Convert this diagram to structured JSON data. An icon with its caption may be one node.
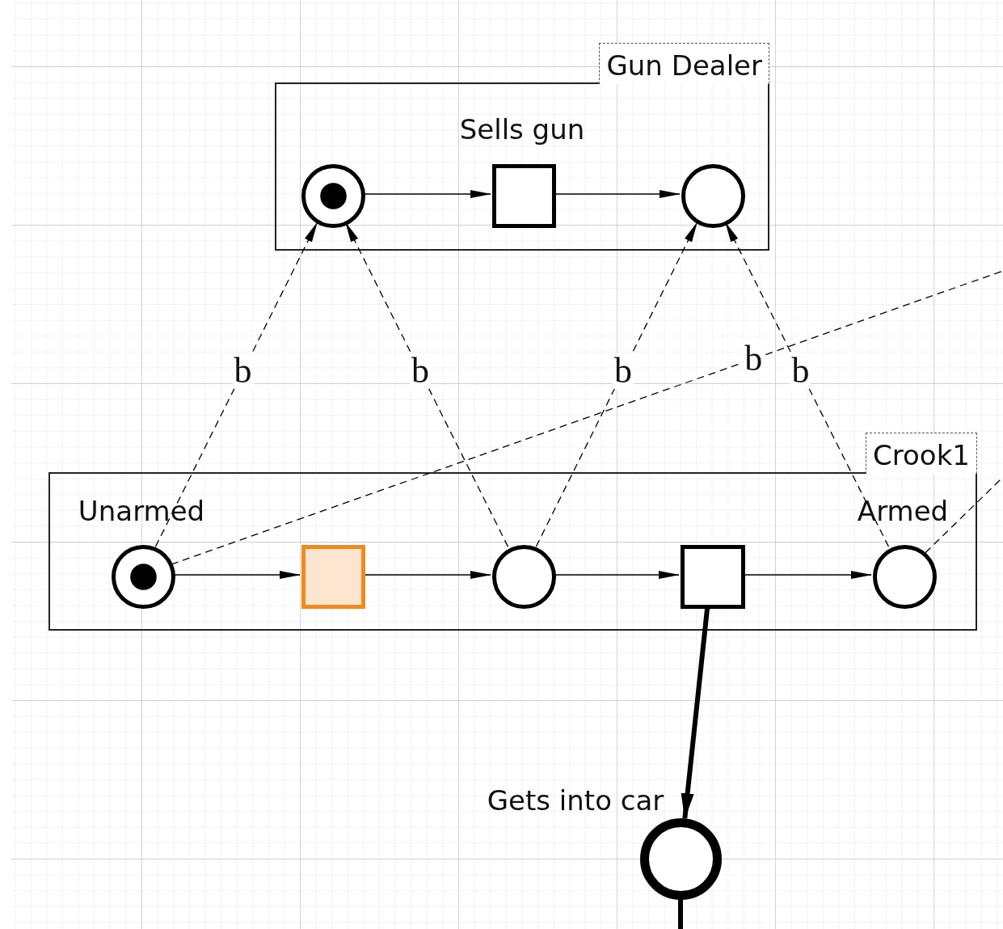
{
  "diagram": {
    "nodes": [
      {
        "text": [
          "Gun Dealer"
        ]
      },
      {
        "text": [],
        "shape": "circle",
        "in": 0
      },
      {
        "text": [],
        "shape": "box",
        "in": 0,
        "beside": [
          "Sells gun"
        ]
      },
      {
        "text": [],
        "shape": "circle",
        "in": 0
      },
      {
        "text": [
          "Crook1"
        ]
      },
      {
        "text": [],
        "shape": "circle",
        "in": 4,
        "beside": [
          "Unarmed"
        ]
      },
      {
        "text": [],
        "shape": "box",
        "in": 4
      },
      {
        "text": [],
        "shape": "circle",
        "in": 4
      },
      {
        "text": [],
        "shape": "box",
        "in": 4
      },
      {
        "text": [],
        "shape": "circle",
        "in": 4,
        "beside": [
          "Armed"
        ]
      },
      {
        "text": [],
        "shape": "circle",
        "beside": [
          "Gets into car"
        ]
      }
    ],
    "edges": [
      {
        "from": 1,
        "to": 2,
        "arrow": "to"
      },
      {
        "from": 2,
        "to": 3,
        "arrow": "to"
      },
      {
        "from": 5,
        "to": 6,
        "arrow": "to"
      },
      {
        "from": 6,
        "to": 7,
        "arrow": "to"
      },
      {
        "from": 7,
        "to": 8,
        "arrow": "to"
      },
      {
        "from": 8,
        "to": 9,
        "arrow": "to"
      },
      {
        "from": 5,
        "to": 1,
        "arrow": "to",
        "style": "dashed",
        "label": "b"
      },
      {
        "from": 7,
        "to": 1,
        "arrow": "to",
        "style": "dashed",
        "label": "b"
      },
      {
        "from": 7,
        "to": 3,
        "arrow": "to",
        "style": "dashed",
        "label": "b"
      },
      {
        "from": 9,
        "to": 3,
        "arrow": "to",
        "style": "dashed",
        "label": "b"
      },
      {
        "from": 5,
        "to": null,
        "arrow": "none",
        "style": "dashed",
        "label": "b"
      },
      {
        "from": 9,
        "to": null,
        "arrow": "none",
        "style": "dashed"
      },
      {
        "from": 8,
        "to": 10,
        "arrow": "to",
        "style": "thick"
      },
      {
        "from": 10,
        "to": null,
        "arrow": "none",
        "style": "thick"
      }
    ]
  }
}
